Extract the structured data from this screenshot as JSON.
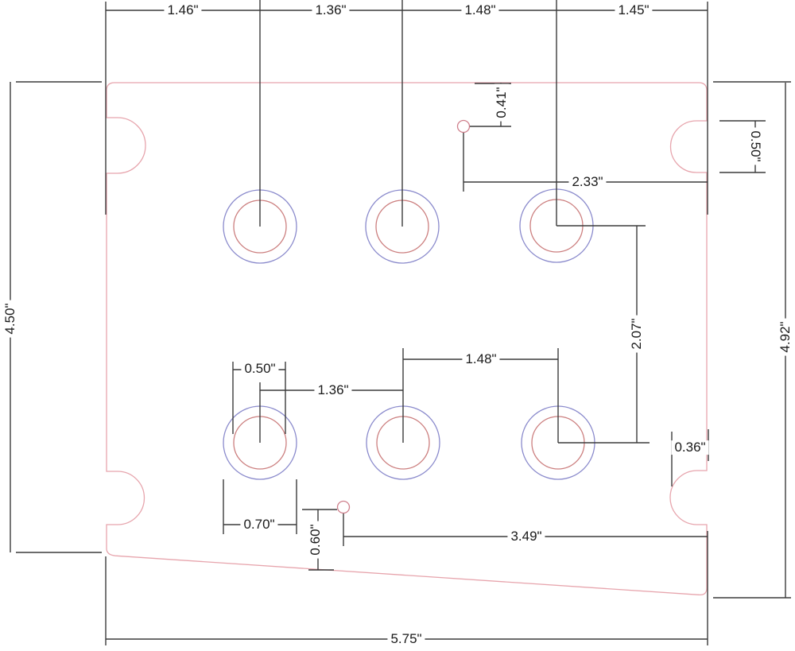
{
  "drawing": {
    "type": "dimensioned-part-drawing",
    "part": "plate-with-six-holes-and-edge-notches",
    "units_symbol": "\"",
    "hole_rows": 2,
    "holes_per_row": 3
  },
  "colors": {
    "part_outline": "#e7a5ad",
    "hole_outer_circle": "#8a8acc",
    "hole_inner_circle": "#cc7f7f",
    "pilot_hole": "#cf7f8c",
    "dimension_lines": "#3b3b3b",
    "text": "#1a1a1a",
    "background": "#ffffff"
  },
  "dimensions": {
    "top_spacing_1": "1.46\"",
    "top_spacing_2": "1.36\"",
    "top_spacing_3": "1.48\"",
    "top_spacing_4": "1.45\"",
    "left_height": "4.50\"",
    "right_height": "4.92\"",
    "bottom_width": "5.75\"",
    "right_notch_height": "0.50\"",
    "upper_pilot_offset": "0.41\"",
    "upper_pilot_to_edge": "2.33\"",
    "row_spacing": "2.07\"",
    "right_notch_depth": "0.36\"",
    "hole_inner_diameter": "0.50\"",
    "bottom_spacing_1": "1.36\"",
    "bottom_spacing_2": "1.48\"",
    "hole_outer_diameter": "0.70\"",
    "lower_pilot_offset": "0.60\"",
    "lower_pilot_to_edge": "3.49\""
  }
}
